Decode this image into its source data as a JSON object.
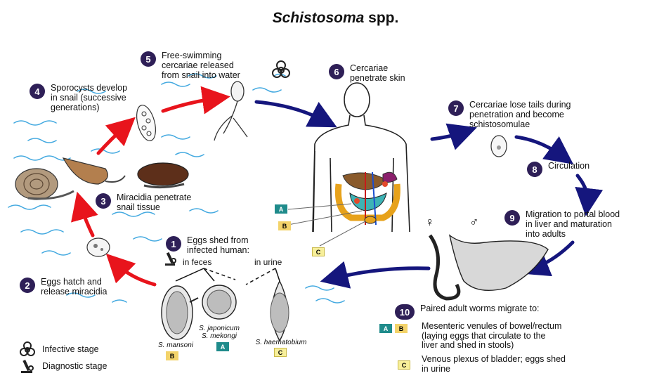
{
  "title": {
    "genus": "Schistosoma",
    "suffix": " spp."
  },
  "steps": [
    {
      "n": "1",
      "text": "Eggs shed from\ninfected human:"
    },
    {
      "n": "2",
      "text": "Eggs hatch and\nrelease miracidia"
    },
    {
      "n": "3",
      "text": "Miracidia penetrate\nsnail tissue"
    },
    {
      "n": "4",
      "text": "Sporocysts develop\nin snail (successive\ngenerations)"
    },
    {
      "n": "5",
      "text": "Free-swimming\ncercariae released\nfrom snail into water"
    },
    {
      "n": "6",
      "text": "Cercariae\npenetrate skin"
    },
    {
      "n": "7",
      "text": "Cercariae lose tails during\npenetration and become\nschistosomulae"
    },
    {
      "n": "8",
      "text": "Circulation"
    },
    {
      "n": "9",
      "text": "Migration to portal blood\nin liver and maturation\ninto adults"
    },
    {
      "n": "10",
      "text": "Paired adult worms migrate to:"
    }
  ],
  "egg_routes": {
    "feces": "in feces",
    "urine": "in urine"
  },
  "species": {
    "mansoni": "S. mansoni",
    "japonicum": "S. japonicum\nS. mekongi",
    "haematobium": "S. haematobium"
  },
  "badges": {
    "A": "A",
    "B": "B",
    "C": "C"
  },
  "outcomes": {
    "ab": "Mesenteric venules of bowel/rectum\n(laying eggs that circulate to the\nliver and shed in stools)",
    "c": "Venous plexus of bladder; eggs shed\nin urine"
  },
  "legend": {
    "infective": "Infective stage",
    "diagnostic": "Diagnostic stage"
  },
  "sex_symbols": {
    "female": "♀",
    "male": "♂"
  },
  "colors": {
    "red_arrow": "#e8141c",
    "blue_arrow": "#15167d",
    "step_circle": "#2e1f57",
    "water": "#43a9e0",
    "badge_a": "#1f8b8b",
    "badge_b": "#f3d36a",
    "badge_c": "#f7ef9a"
  }
}
